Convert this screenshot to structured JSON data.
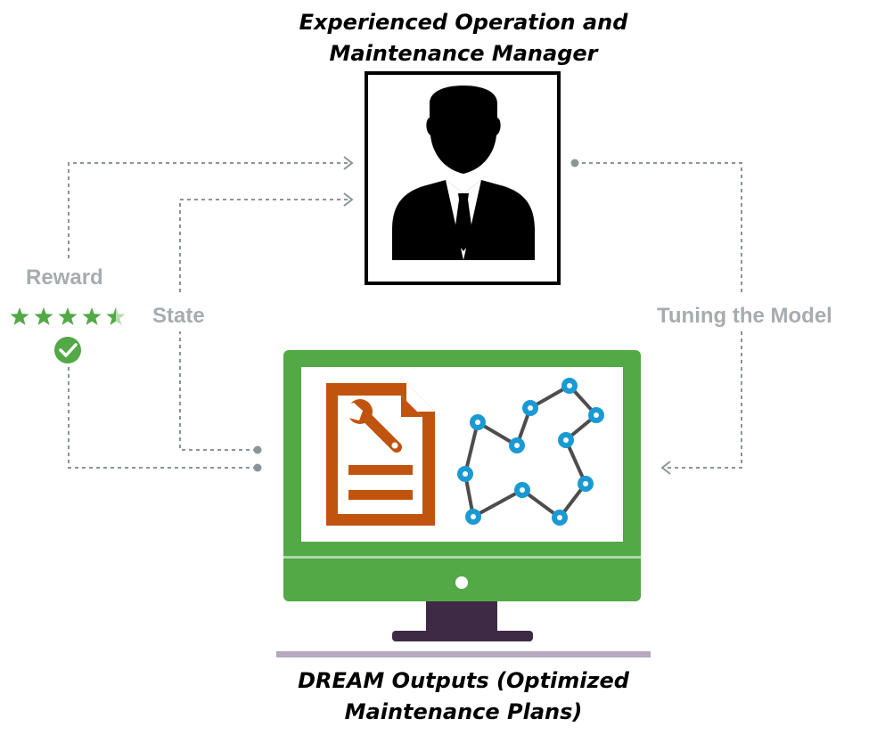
{
  "manager": {
    "title_line1": "Experienced Operation and",
    "title_line2": "Maintenance Manager",
    "icon": "businessman-silhouette-icon"
  },
  "outputs": {
    "title_line1": "DREAM Outputs (Optimized",
    "title_line2": "Maintenance Plans)",
    "monitor_icon": "monitor-icon",
    "document_icon": "maintenance-document-icon",
    "network_icon": "network-graph-icon"
  },
  "reward": {
    "label": "Reward",
    "stars": 4.5,
    "stars_max": 5,
    "check_icon": "checkmark-circle-icon"
  },
  "state": {
    "label": "State"
  },
  "tuning": {
    "label": "Tuning the Model"
  },
  "colors": {
    "monitor_green": "#52a946",
    "document_orange": "#c0540f",
    "node_blue": "#1a9ad4",
    "label_gray": "#a6acaf",
    "arrow_gray": "#8c9498",
    "stand_purple": "#3f2a45",
    "base_lilac": "#b7a8c1"
  }
}
